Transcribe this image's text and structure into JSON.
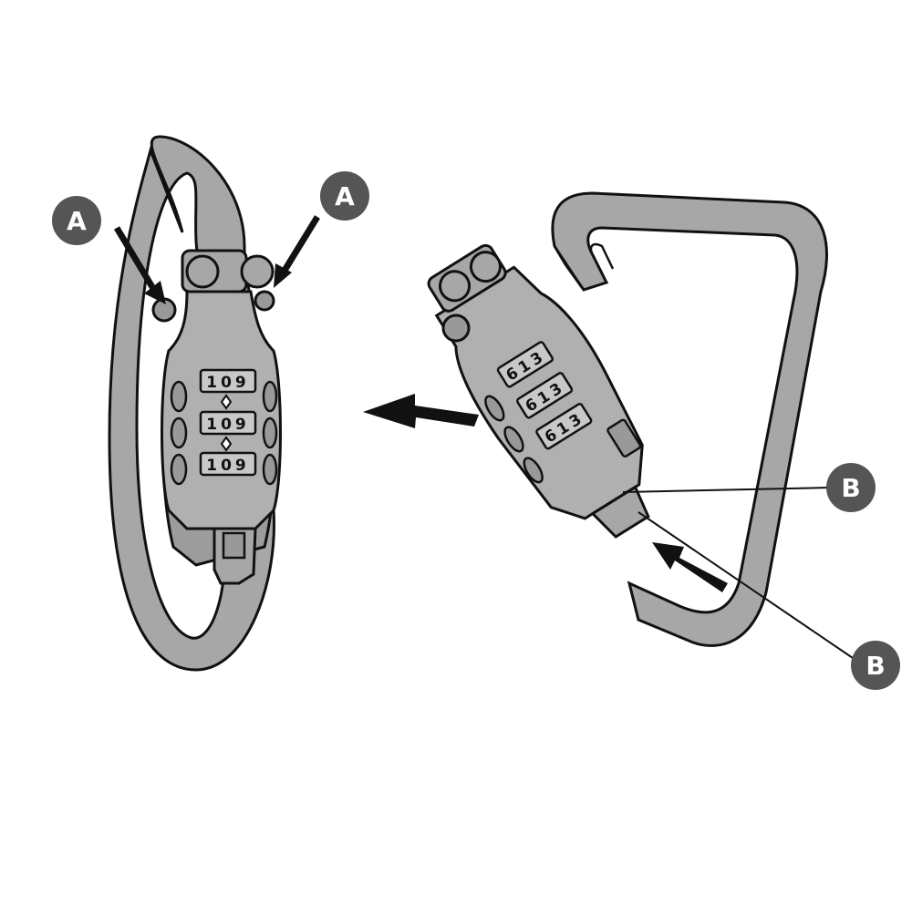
{
  "callouts": [
    {
      "label": "A",
      "target": "left-gate-knob"
    },
    {
      "label": "A",
      "target": "right-gate-knob"
    },
    {
      "label": "B",
      "target": "release-slider"
    },
    {
      "label": "B",
      "target": "gate-latch"
    }
  ],
  "combination_wheels": {
    "locked_view": [
      "109",
      "109",
      "109"
    ],
    "open_view": [
      "613",
      "613",
      "613"
    ]
  },
  "colors": {
    "metal_fill": "#a7a7a7",
    "metal_fill_light": "#b4b4b4",
    "outline": "#111111",
    "badge_fill": "#555555",
    "badge_text": "#ffffff",
    "background": "#ffffff"
  }
}
